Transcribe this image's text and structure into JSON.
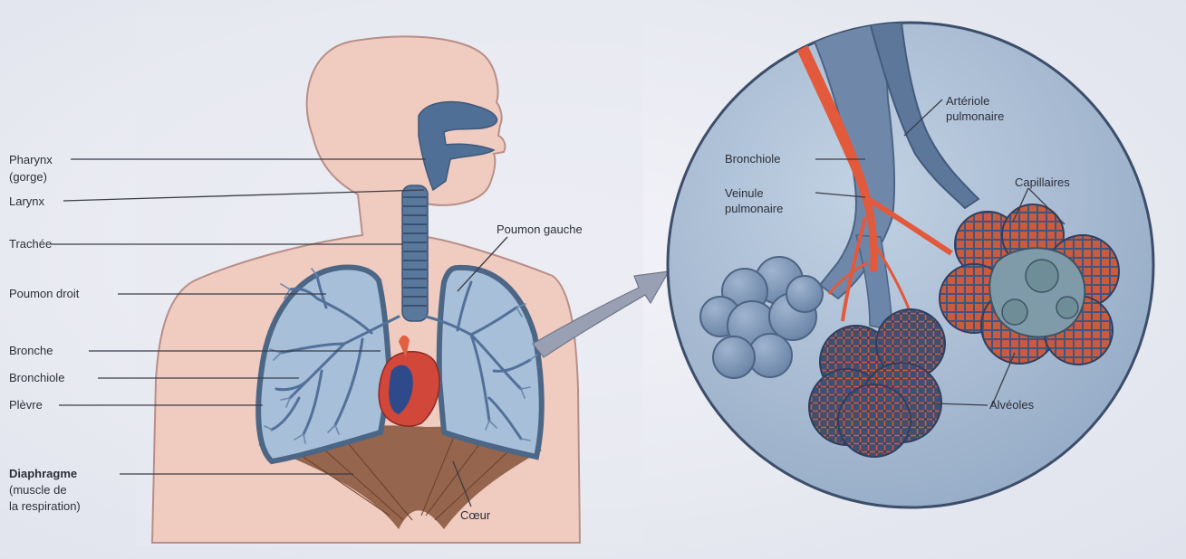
{
  "labels": {
    "pharynx": "Pharynx",
    "pharynx_note": "(gorge)",
    "larynx": "Larynx",
    "trachee": "Trachée",
    "poumon_droit": "Poumon droit",
    "bronche": "Bronche",
    "bronchiole": "Bronchiole",
    "plevre": "Plèvre",
    "diaphragme": "Diaphragme",
    "diaphragme_note1": "(muscle de",
    "diaphragme_note2": "la respiration)",
    "poumon_gauche": "Poumon gauche",
    "coeur": "Cœur",
    "arteriole": "Artériole",
    "arteriole_2": "pulmonaire",
    "bronchiole_detail": "Bronchiole",
    "veinule": "Veinule",
    "veinule_2": "pulmonaire",
    "capillaires": "Capillaires",
    "alveoles": "Alvéoles"
  },
  "colors": {
    "skin": "#f0cbc0",
    "lung": "#a7bfd8",
    "lung_outline": "#4c6686",
    "airway": "#4f6d93",
    "artery": "#e2593b",
    "diaphragm": "#8c5a40",
    "circle_bg": "#a9bcd3",
    "alveoli": "#7f96b6"
  }
}
